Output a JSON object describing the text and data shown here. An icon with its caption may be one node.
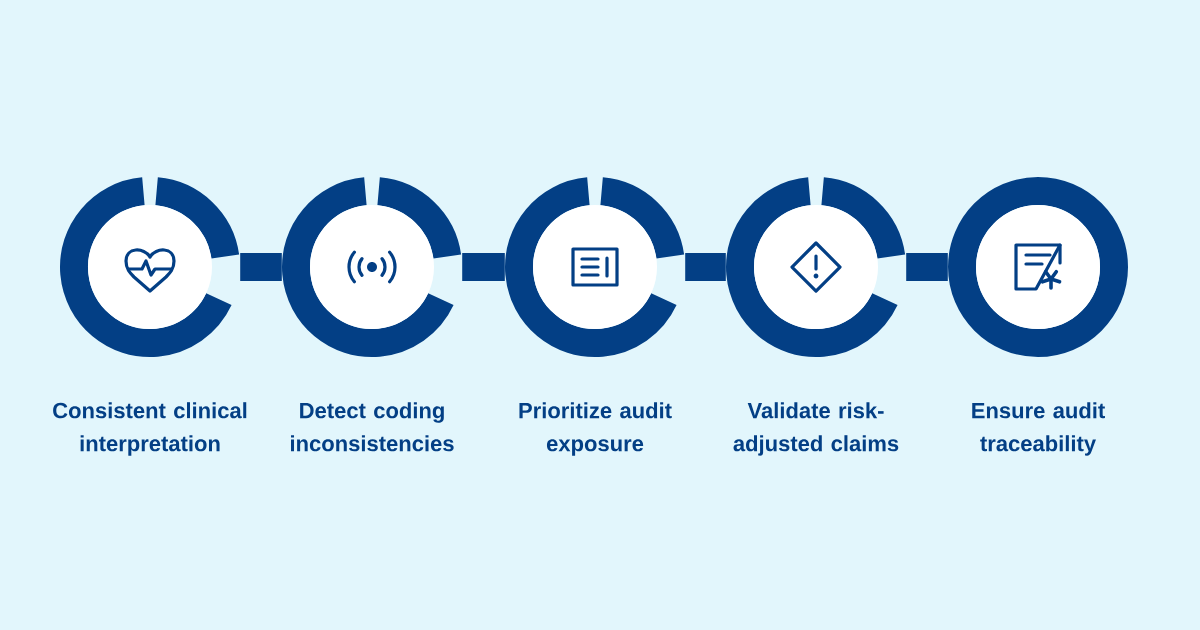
{
  "diagram": {
    "nodes": [
      {
        "text": [
          "Consistent clinical interpretation"
        ]
      },
      {
        "text": [
          "Detect coding inconsistencies"
        ]
      },
      {
        "text": [
          "Prioritize audit exposure"
        ]
      },
      {
        "text": [
          "Validate risk-adjusted claims"
        ]
      },
      {
        "text": [
          "Ensure audit traceability"
        ]
      }
    ],
    "edges": [
      {
        "from": 0,
        "to": 1,
        "arrow": "none"
      },
      {
        "from": 1,
        "to": 2,
        "arrow": "none"
      },
      {
        "from": 2,
        "to": 3,
        "arrow": "none"
      },
      {
        "from": 3,
        "to": 4,
        "arrow": "none"
      }
    ]
  }
}
